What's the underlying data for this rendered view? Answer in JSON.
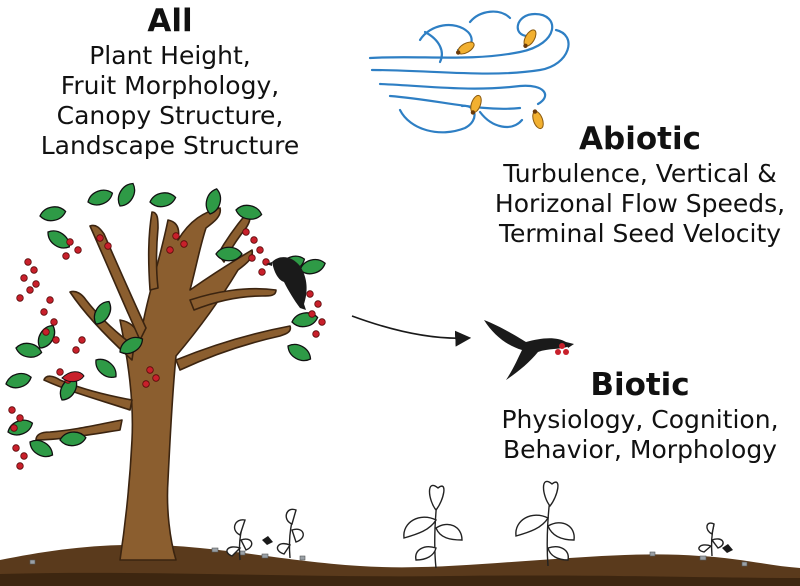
{
  "all": {
    "heading": "All",
    "lines": [
      "Plant Height,",
      "Fruit Morphology,",
      "Canopy Structure,",
      "Landscape Structure"
    ]
  },
  "abiotic": {
    "heading": "Abiotic",
    "lines": [
      "Turbulence, Vertical &",
      "Horizonal Flow Speeds,",
      "Terminal Seed Velocity"
    ]
  },
  "biotic": {
    "heading": "Biotic",
    "lines": [
      "Physiology, Cognition,",
      "Behavior, Morphology"
    ]
  },
  "colors": {
    "trunk": "#8B5E2F",
    "leaf": "#2E9A46",
    "fruit": "#C8202B",
    "bird": "#1A1A1A",
    "wind": "#2E7FC4",
    "seed": "#F2B030",
    "soil": "#5A3A1C"
  },
  "icons": [
    "tree",
    "perched-bird",
    "flying-bird",
    "wind-swirls",
    "seeds",
    "seedlings",
    "soil-ground",
    "dispersal-arrow"
  ]
}
